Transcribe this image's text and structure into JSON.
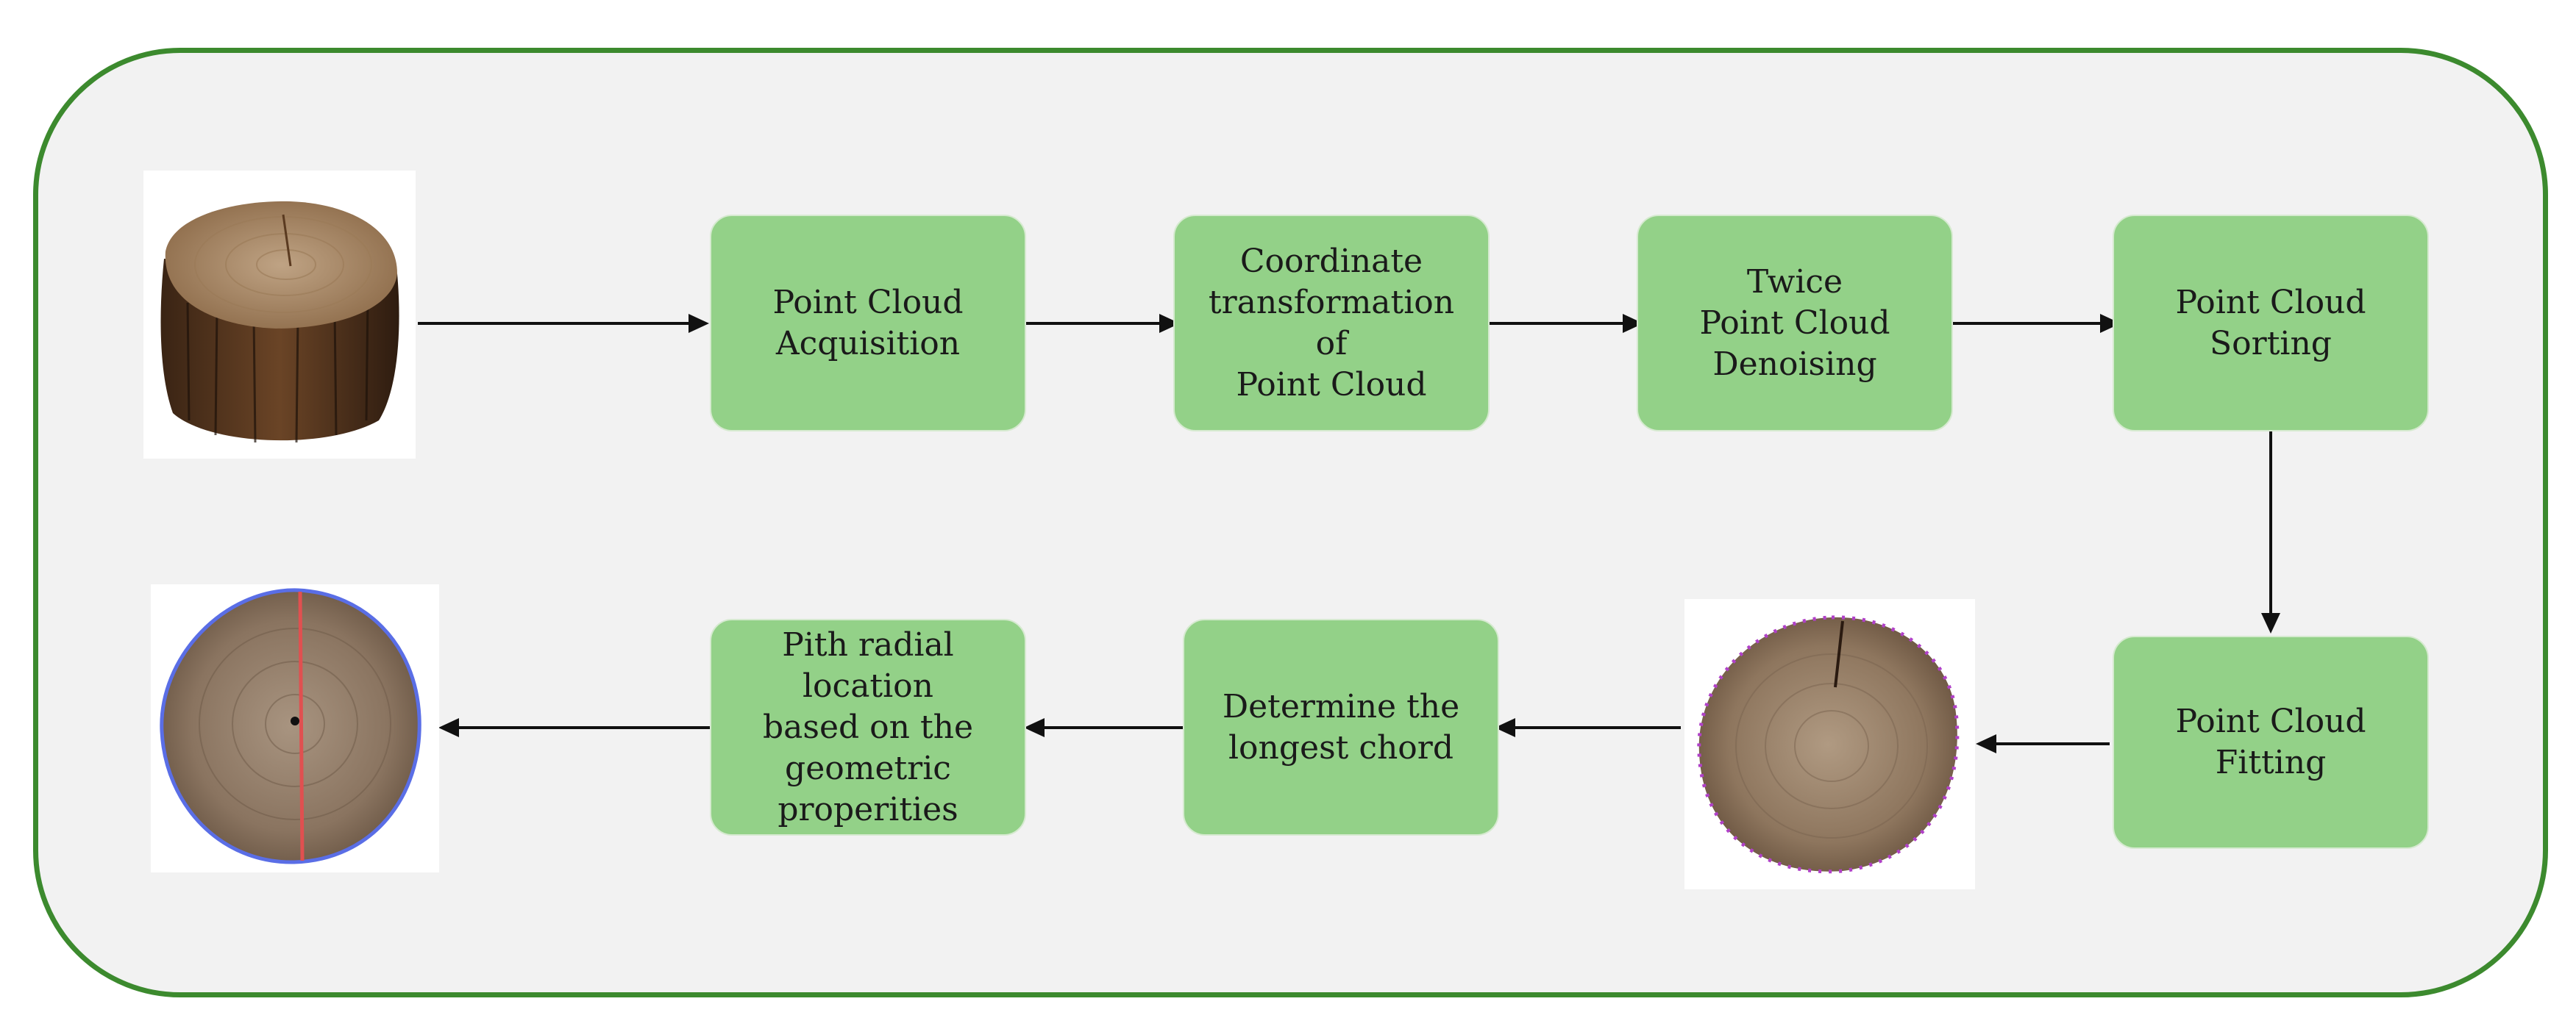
{
  "diagram": {
    "colors": {
      "frame_border": "#3c8a2e",
      "frame_fill": "#f2f2f2",
      "box_fill": "#93d188",
      "arrow": "#111111",
      "outline_blue": "#5a6ee6",
      "chord_red": "#e05050",
      "points_purple": "#b040c8"
    },
    "steps": {
      "acquisition": [
        "Point Cloud",
        "Acquisition"
      ],
      "transformation": [
        "Coordinate",
        "transformation of",
        "Point Cloud"
      ],
      "denoising": [
        "Twice",
        "Point Cloud",
        "Denoising"
      ],
      "sorting": [
        "Point Cloud",
        "Sorting"
      ],
      "fitting": [
        "Point Cloud",
        "Fitting"
      ],
      "chord": [
        "Determine the",
        "longest chord"
      ],
      "pith": [
        "Pith radial location",
        "based on the",
        "geometric",
        "properities"
      ]
    },
    "images": {
      "log_stump": "log-stump-photo",
      "fitted_cross_section": "fitted-cross-section-photo",
      "pith_cross_section": "pith-located-cross-section-photo"
    }
  }
}
